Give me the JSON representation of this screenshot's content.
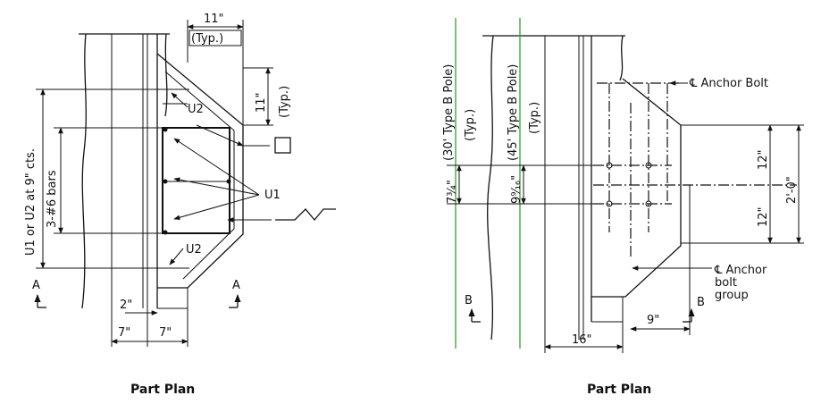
{
  "left": {
    "caption": "Part Plan",
    "dim_top": "11\"",
    "dim_top_note": "(Typ.)",
    "dim_right": "11\"",
    "dim_right_note": "(Typ.)",
    "label_u2_top": "U2",
    "label_u2_bottom": "U2",
    "label_u1": "U1",
    "vertical_spacing": "U1 or U2 at 9\" cts.",
    "vertical_bars": "3-#6 bars",
    "section_a_left": "A",
    "section_a_right": "A",
    "dim_2in": "2\"",
    "dim_7in_left": "7\"",
    "dim_7in_right": "7\""
  },
  "right": {
    "caption": "Part Plan",
    "pole_30": "(30' Type B Pole)",
    "pole_45": "(45' Type B Pole)",
    "typ_a": "(Typ.)",
    "typ_b": "(Typ.)",
    "dim_7_3_4": "7¾\"",
    "dim_9_9_16": "9⁹⁄₁₆\"",
    "anchor_bolt": "℄ Anchor Bolt",
    "anchor_group_1": "℄ Anchor",
    "anchor_group_2": "bolt",
    "anchor_group_3": "group",
    "dim_12_top": "12\"",
    "dim_12_bottom": "12\"",
    "dim_2ft": "2'-0\"",
    "section_b_left": "B",
    "section_b_right": "B",
    "dim_16in": "16\"",
    "dim_9in": "9\""
  }
}
